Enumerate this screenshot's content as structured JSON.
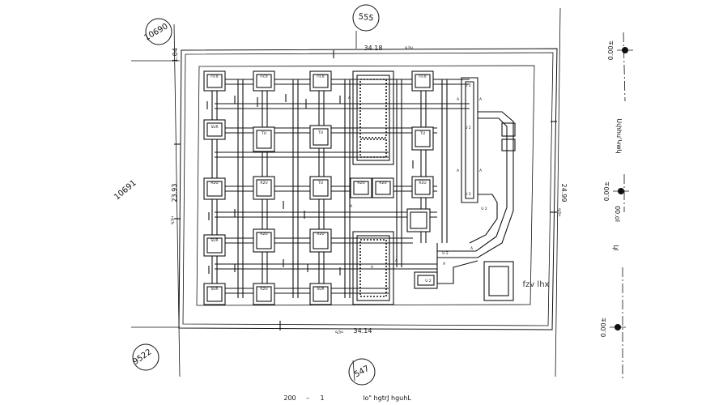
{
  "plot": {
    "north_road_number": "555",
    "south_road_number": "547",
    "left_top_plot": "10690",
    "left_plot": "10691",
    "left_bottom_plot": "9522"
  },
  "dimensions": {
    "top_length": "34.18",
    "bottom_length": "34.14",
    "left_length": "23.93",
    "right_length": "24.99",
    "corner_offset": "1.04"
  },
  "dimension_notes": {
    "top": "գ ̲հ̲u",
    "bottom": "գ ̲h̲u",
    "left": "գ ̲h̲u",
    "right": "գ ̲h̲u"
  },
  "levels": {
    "top": "0.00±",
    "middle": "0.00±",
    "bottom": "0.00±"
  },
  "road_labels": {
    "road_name": "Սփhu'Կwկ",
    "road_width": "00.ol",
    "road_note": "կl"
  },
  "structure": {
    "tank_label": "fzv lhx",
    "footing_codes": {
      "r": "R2U",
      "s": "SUR",
      "tu": "TU",
      "arrow": "A",
      "u2": "U 2"
    }
  },
  "drawing_title": {
    "text": "lo\" hgtrJ hguhL",
    "scale_one": "1",
    "scale_sep": "–",
    "scale_value": "200"
  }
}
